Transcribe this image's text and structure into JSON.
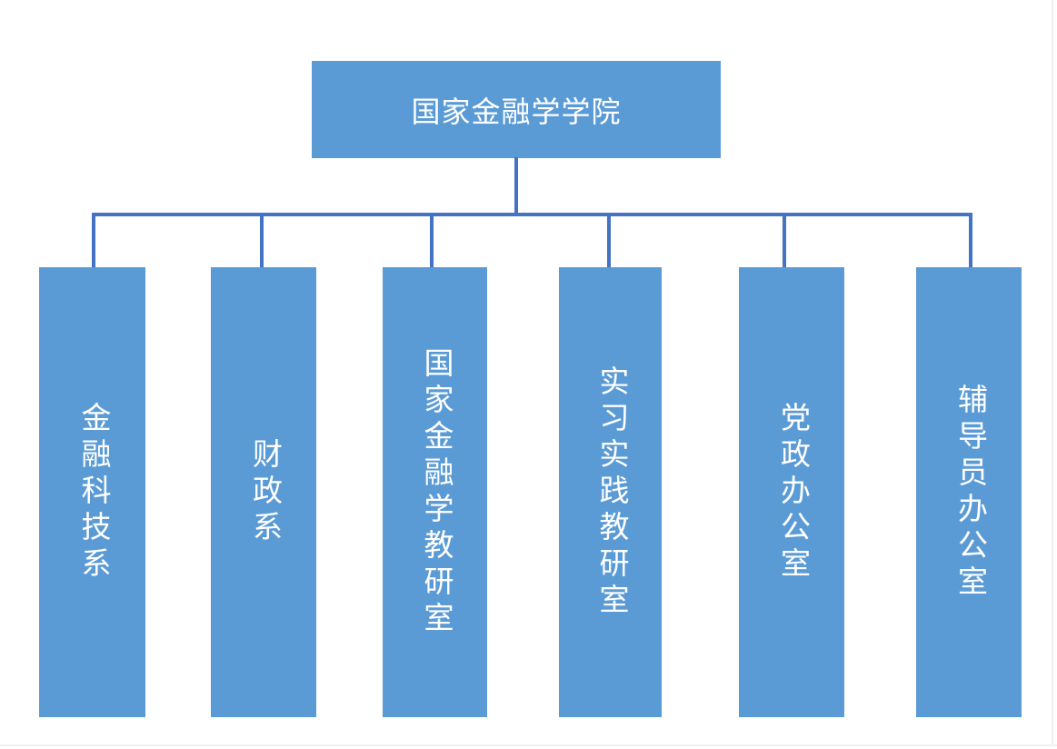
{
  "org_chart": {
    "root": {
      "label": "国家金融学学院"
    },
    "children": [
      {
        "label": "金融科技系"
      },
      {
        "label": "财政系"
      },
      {
        "label": "国家金融学教研室"
      },
      {
        "label": "实习实践教研室"
      },
      {
        "label": "党政办公室"
      },
      {
        "label": "辅导员办公室"
      }
    ]
  },
  "colors": {
    "node_fill": "#5B9BD5",
    "connector": "#4472C4",
    "node_text": "#FFFFFF",
    "background": "#FFFFFF",
    "page_edge": "#F0F0F0"
  }
}
